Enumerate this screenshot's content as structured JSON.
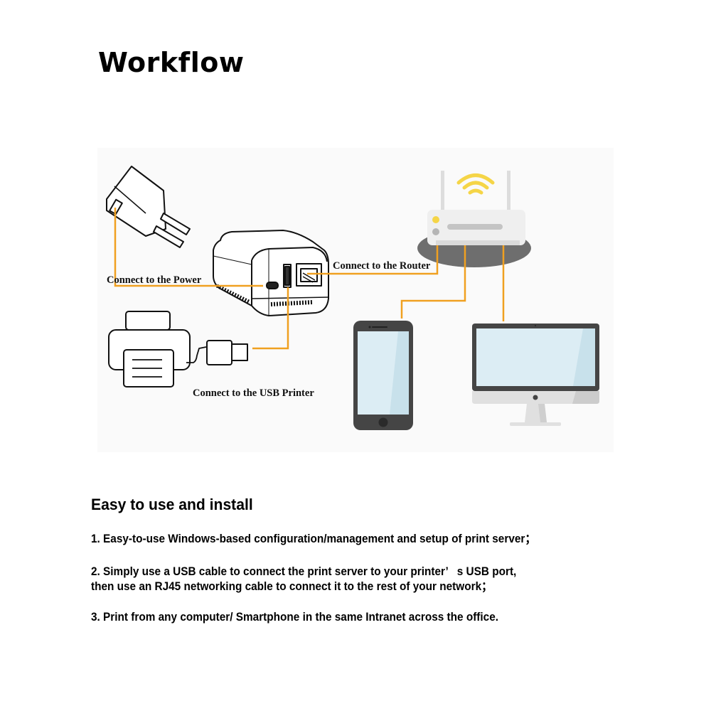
{
  "header": {
    "title": "Workflow"
  },
  "diagram": {
    "labels": {
      "power": "Connect to  the Power",
      "router": "Connect to the Router",
      "usb_printer": "Connect to the USB Printer"
    },
    "devices": [
      "power-adapter",
      "print-server",
      "usb-printer",
      "wifi-router",
      "smartphone",
      "desktop-monitor"
    ],
    "colors": {
      "cable": "#f0a020",
      "wifi": "#f5d547",
      "router_body": "#efefef",
      "router_base": "#6e6e6e",
      "device_frame": "#4a4a4a",
      "screen": "#dcedf4",
      "monitor_chin": "#e0e0e0"
    }
  },
  "features": {
    "title": "Easy to use and install",
    "items": [
      "1. Easy-to-use Windows-based configuration/management and setup of print server；",
      "2. Simply use a USB cable to connect the print server to your printer’   s USB port,",
      "then use an RJ45 networking cable to connect it to the rest of your network；",
      "3. Print from any computer/ Smartphone in the same Intranet across the office."
    ]
  }
}
